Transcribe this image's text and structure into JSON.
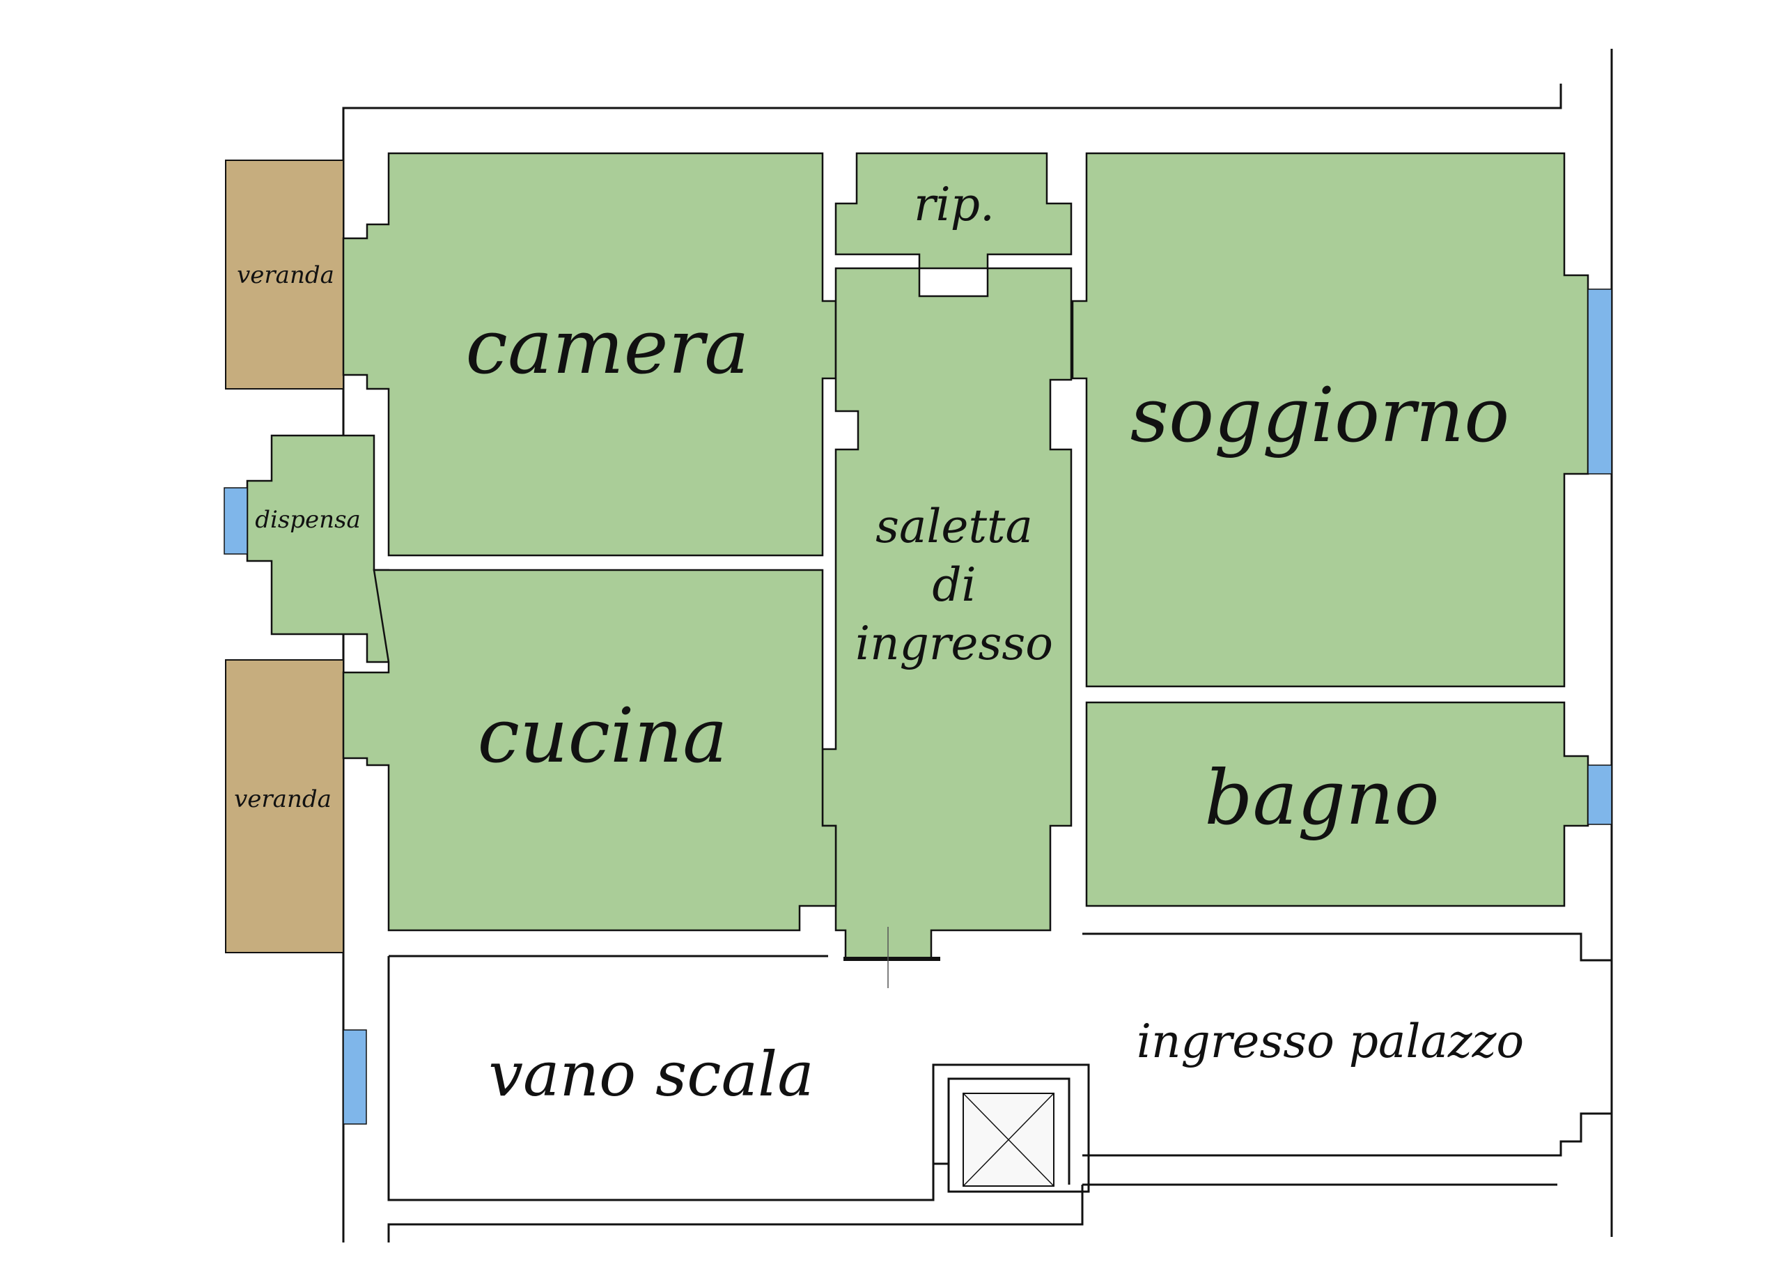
{
  "rooms": {
    "camera": "camera",
    "soggiorno": "soggiorno",
    "rip": "rip.",
    "cucina": "cucina",
    "bagno": "bagno",
    "dispensa": "dispensa",
    "veranda_top": "veranda",
    "veranda_bottom": "veranda",
    "saletta_line1": "saletta",
    "saletta_line2": "di",
    "saletta_line3": "ingresso",
    "vano_scala": "vano scala",
    "ingresso_palazzo": "ingresso palazzo"
  },
  "colors": {
    "room_fill": "#aacd98",
    "veranda_fill": "#c6ad7e",
    "window_fill": "#7fb6ea",
    "wall_stroke": "#111111"
  }
}
